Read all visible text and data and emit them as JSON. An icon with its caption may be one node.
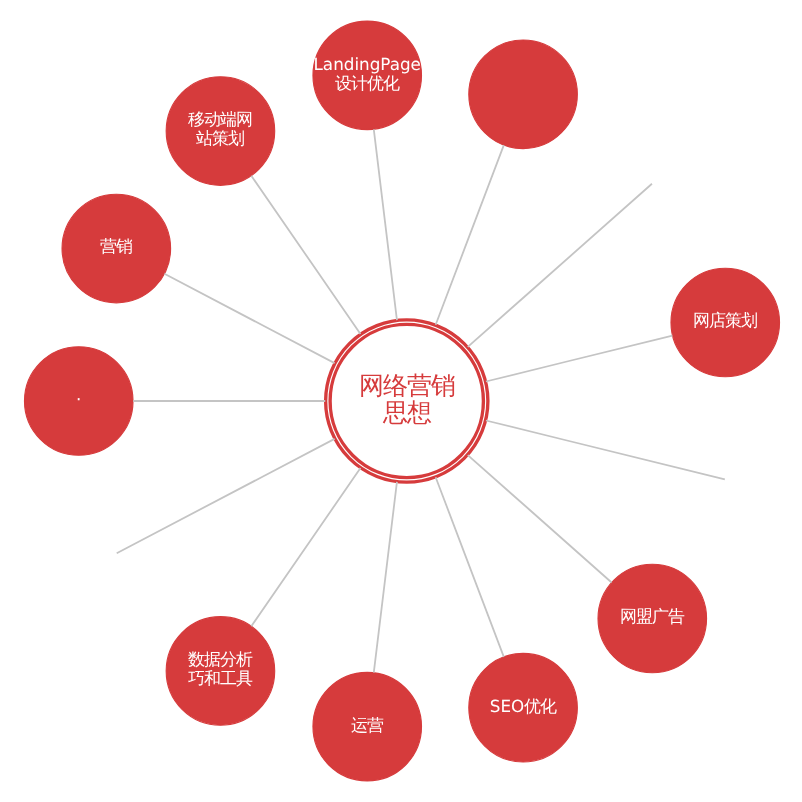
{
  "diagram": {
    "nodes": [
      {
        "text": [
          "LandingPage设计优化"
        ]
      },
      {
        "text": [
          "营销"
        ]
      },
      {
        "text": [],
        "shape": "circle"
      },
      {
        "text": [
          "移动端网站策划"
        ]
      },
      {
        "text": [
          "·"
        ]
      },
      {
        "text": [
          "网络营销思想"
        ]
      },
      {
        "text": [
          "网店策划"
        ]
      },
      {
        "text": [
          "数据分析巧和工具"
        ]
      },
      {
        "text": [
          "网盟广告"
        ]
      },
      {
        "text": [
          "运营"
        ]
      },
      {
        "text": [
          "SEO优化"
        ]
      }
    ],
    "edges": [
      {
        "from": 5,
        "to": 1,
        "arrow": "none"
      },
      {
        "from": 5,
        "to": 3,
        "arrow": "none"
      },
      {
        "from": 5,
        "to": 0,
        "arrow": "none"
      },
      {
        "from": 5,
        "to": 2,
        "arrow": "none"
      },
      {
        "from": 5,
        "to": null,
        "arrow": "none"
      },
      {
        "from": 5,
        "to": 6,
        "arrow": "none"
      },
      {
        "from": 5,
        "to": null,
        "arrow": "none"
      },
      {
        "from": 5,
        "to": 8,
        "arrow": "none"
      },
      {
        "from": 5,
        "to": 10,
        "arrow": "none"
      },
      {
        "from": 5,
        "to": 9,
        "arrow": "none"
      },
      {
        "from": 5,
        "to": 7,
        "arrow": "none"
      },
      {
        "from": 5,
        "to": null,
        "arrow": "none"
      },
      {
        "from": 5,
        "to": 4,
        "arrow": "none"
      }
    ]
  }
}
